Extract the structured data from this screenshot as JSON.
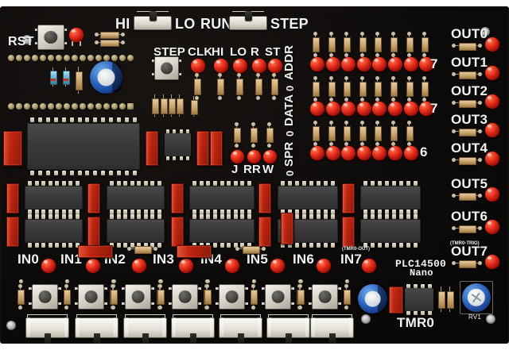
{
  "board": {
    "name": "PLC14500 Nano",
    "brand_line1": "PLC14500",
    "brand_line2": "Nano",
    "colors": {
      "substrate": "#0b0908",
      "silkscreen": "#f2f2f0",
      "led_red": "#e8301c",
      "connector_red": "#c02a12",
      "ic_body": "#3a3a3a",
      "cap_blue": "#2a63bf",
      "resistor_tan": "#c8a269"
    }
  },
  "top_controls": {
    "reset_label": "RST",
    "switch1": {
      "left_label": "HI",
      "right_label": "LO"
    },
    "switch2": {
      "left_label": "RUN",
      "right_label": "STEP"
    },
    "step_button_label": "STEP"
  },
  "status_leds": {
    "labels": [
      "CLK",
      "HI",
      "LO",
      "R",
      "ST"
    ]
  },
  "flag_leds": {
    "labels": [
      "J",
      "RR",
      "W"
    ]
  },
  "bus_matrix": {
    "rows": [
      {
        "label": "ADDR",
        "zero_marker": "0",
        "end_number": "7",
        "bits": 8
      },
      {
        "label": "DATA",
        "zero_marker": "0",
        "end_number": "7",
        "bits": 8
      },
      {
        "label": "SPR",
        "zero_marker": "0",
        "end_number": "6",
        "bits": 7
      }
    ]
  },
  "outputs": {
    "labels": [
      "OUT0",
      "OUT1",
      "OUT2",
      "OUT3",
      "OUT4",
      "OUT5",
      "OUT6",
      "OUT7"
    ],
    "annotation": {
      "text": "(TMR0-TRIG)",
      "applies_to": "OUT7"
    }
  },
  "inputs": {
    "labels": [
      "IN0",
      "IN1",
      "IN2",
      "IN3",
      "IN4",
      "IN5",
      "IN6",
      "IN7"
    ],
    "annotation": {
      "text": "(TMR0-OUT)",
      "applies_to": "IN7"
    }
  },
  "timer": {
    "label": "TMR0",
    "trimpot_label": "RV1"
  }
}
